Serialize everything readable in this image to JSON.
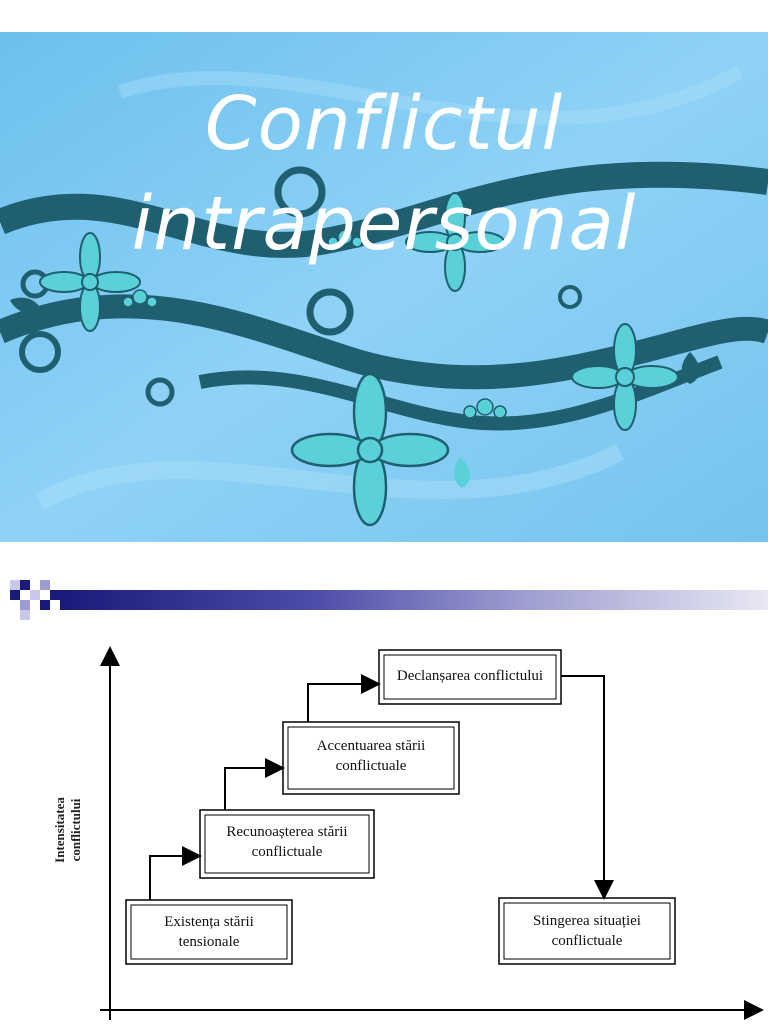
{
  "slide1": {
    "title_line1": "Conflictul",
    "title_line2": "intrapersonal",
    "colors": {
      "sky": "#7fc8f0",
      "vine": "#1f5f70",
      "flower": "#5ad0d8"
    }
  },
  "slide2": {
    "accent_bar_colors": [
      "#1a1a7a",
      "#e8e8f4"
    ],
    "y_axis_label_line1": "Intensitatea",
    "y_axis_label_line2": "conflictului",
    "stages": {
      "existenta": {
        "line1": "Existența stării",
        "line2": "tensionale"
      },
      "recunoasterea": {
        "line1": "Recunoașterea stării",
        "line2": "conflictuale"
      },
      "accentuarea": {
        "line1": "Accentuarea stării",
        "line2": "conflictuale"
      },
      "declansarea": {
        "line1": "Declanșarea conflictului"
      },
      "stingerea": {
        "line1": "Stingerea situației",
        "line2": "conflictuale"
      }
    }
  }
}
